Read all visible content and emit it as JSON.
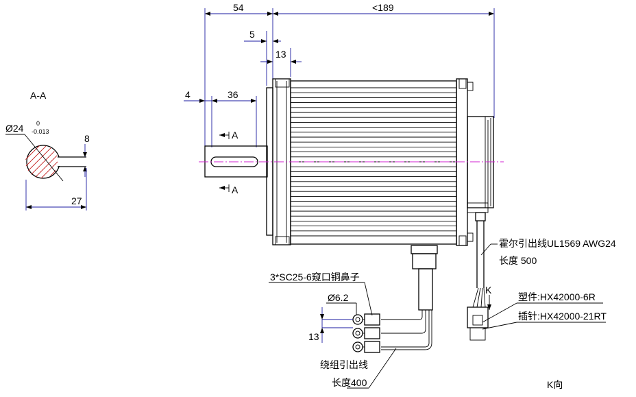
{
  "section_view": {
    "title": "A-A",
    "diameter": "Ø24",
    "tol_upper": "0",
    "tol_lower": "-0.013",
    "key_width": "8",
    "depth": "27"
  },
  "dimensions": {
    "total_front": "54",
    "total_body": "<189",
    "d5": "5",
    "d13": "13",
    "d4": "4",
    "d36": "36",
    "section_mark": "A",
    "lug_hole": "Ø6.2",
    "lug_pitch": "13"
  },
  "notes": {
    "hall_lead_line1": "霍尔引出线UL1569 AWG24",
    "hall_lead_line2": "长度 500",
    "lug_note": "3*SC25-6窥口铜鼻子",
    "winding_lead_line1": "绕组引出线",
    "winding_lead_line2": "长度400",
    "k_label": "K",
    "housing_part": "塑件:HX42000-6R",
    "pin_part": "插针:HX42000-21RT",
    "k_view": "K向"
  }
}
